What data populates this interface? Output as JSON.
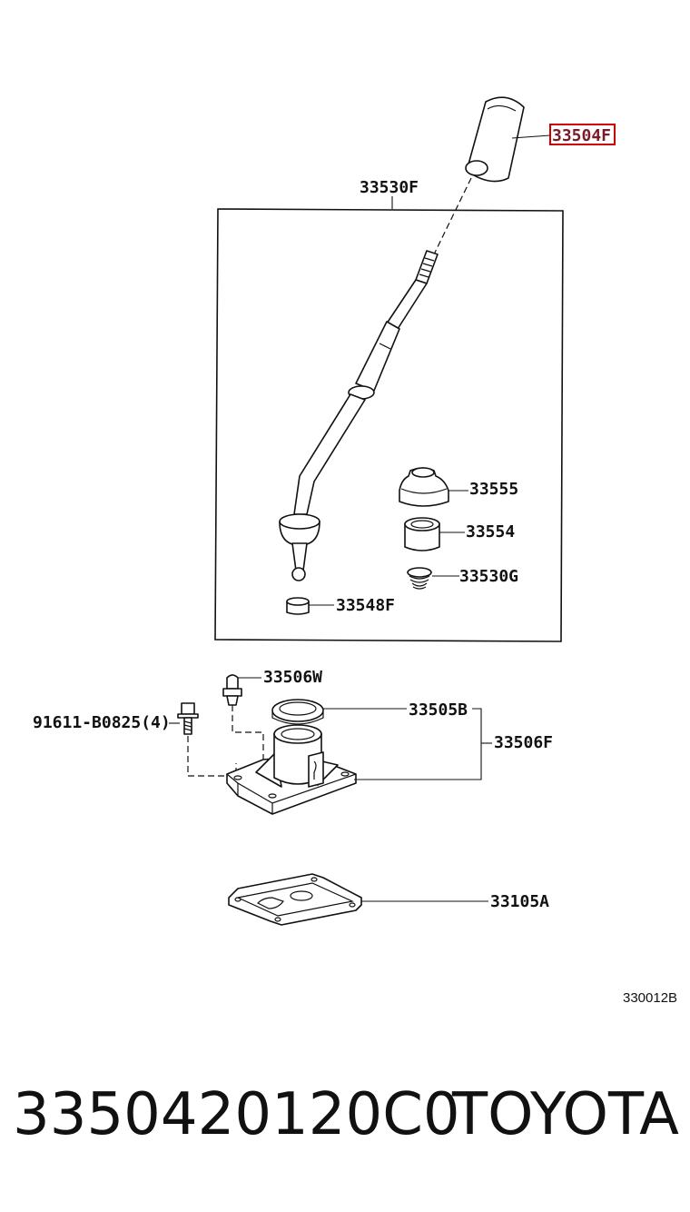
{
  "labels": {
    "knob": "33504F",
    "lever_assembly": "33530F",
    "boot": "33555",
    "bushing": "33554",
    "spring": "33530G",
    "seat": "33548F",
    "breather_plug": "33506W",
    "bolt": "91611-B0825(4)",
    "oil_seal": "33505B",
    "retainer_housing": "33506F",
    "gasket_plate": "33105A"
  },
  "diagram_ref": "330012B",
  "footer": {
    "part_number": "3350420120C0",
    "brand": "TOYOTA"
  },
  "colors": {
    "line": "#111111",
    "highlight": "#cc0000",
    "highlight_text": "#7a1b2a"
  }
}
